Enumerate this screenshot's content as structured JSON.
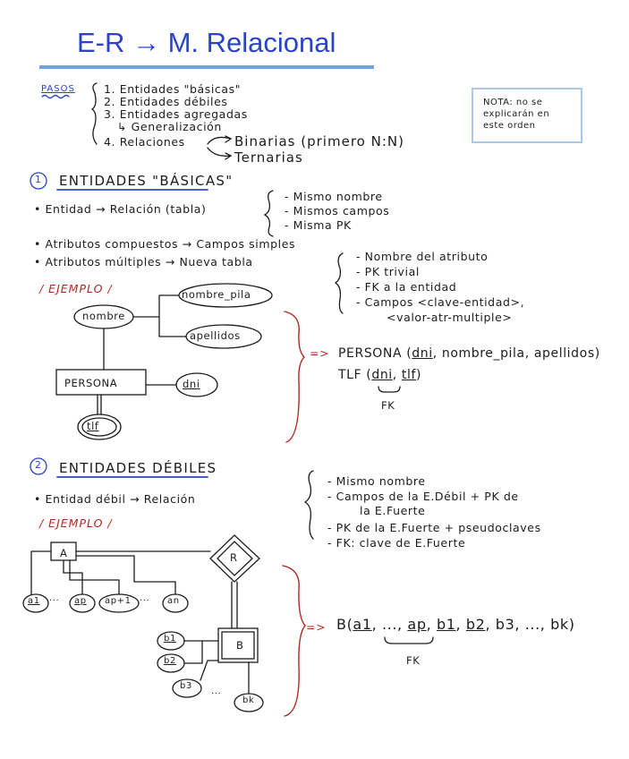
{
  "title": "E-R → M. Relacional",
  "pasos": {
    "label": "PASOS",
    "steps": [
      "1. Entidades \"básicas\"",
      "2. Entidades débiles",
      "3. Entidades agregadas",
      "↳ Generalización",
      "4. Relaciones"
    ],
    "relaciones": [
      "Binarias (primero N:N)",
      "Ternarias"
    ]
  },
  "nota": "NOTA: no se\nexplicarán en\neste orden",
  "sec1": {
    "num": "1",
    "title": "ENTIDADES \"BÁSICAS\"",
    "rule1": "• Entidad → Relación (tabla)",
    "rule1_notes": [
      "- Mismo nombre",
      "- Mismos campos",
      "- Misma PK"
    ],
    "rule2": "• Atributos compuestos → Campos simples",
    "rule3": "• Atributos múltiples → Nueva tabla",
    "rule3_notes": [
      "- Nombre del atributo",
      "- PK trivial",
      "- FK a la entidad",
      "- Campos <clave-entidad>,",
      "<valor-atr-multiple>"
    ],
    "ejemplo": "/ EJEMPLO /",
    "diagram": {
      "entity": "PERSONA",
      "attr_nombre": "nombre",
      "attr_nombre_pila": "nombre_pila",
      "attr_apellidos": "apellidos",
      "attr_dni": "dni",
      "attr_tlf": "tlf"
    },
    "result": {
      "arrow": "=>",
      "line1_prefix": "PERSONA (",
      "line1_key": "dni",
      "line1_rest": ", nombre_pila, apellidos)",
      "line2_prefix": "TLF (",
      "line2_key1": "dni",
      "line2_sep": ",",
      "line2_key2": "tlf",
      "line2_end": ")",
      "fk": "FK"
    }
  },
  "sec2": {
    "num": "2",
    "title": "ENTIDADES DÉBILES",
    "rule": "• Entidad débil → Relación",
    "notes": [
      "- Mismo nombre",
      "- Campos de la E.Débil + PK de",
      "la E.Fuerte",
      "- PK de la E.Fuerte + pseudoclaves",
      "- FK: clave de E.Fuerte"
    ],
    "ejemplo": "/ EJEMPLO /",
    "diagram": {
      "entity_a": "A",
      "entity_b": "B",
      "relation": "R",
      "a1": "a1",
      "ap": "ap",
      "ap1": "ap+1",
      "an": "an",
      "b1": "b1",
      "b2": "b2",
      "b3": "b3",
      "bk": "bk",
      "dots": "···"
    },
    "result": {
      "arrow": "=>",
      "prefix": "B(",
      "k1": "a1",
      "d1": ", ..., ",
      "k2": "ap",
      "c1": ", ",
      "k3": "b1",
      "c2": ", ",
      "k4": "b2",
      "rest": ", b3, ..., bk)",
      "fk": "FK"
    }
  }
}
